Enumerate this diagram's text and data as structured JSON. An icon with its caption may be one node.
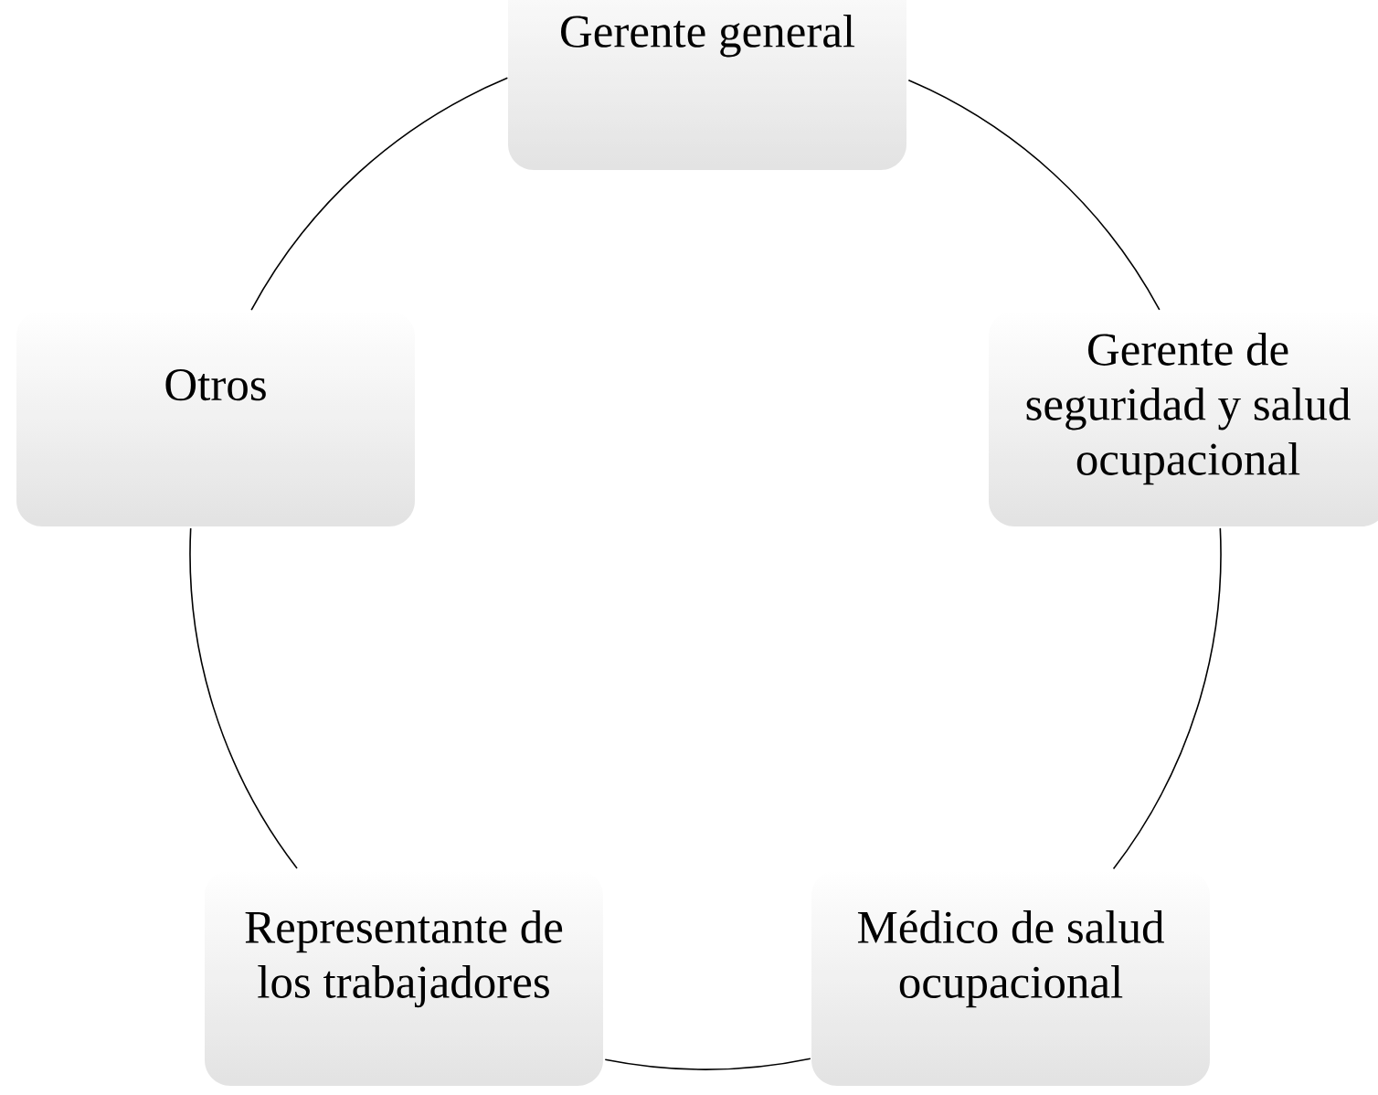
{
  "diagram": {
    "nodes": [
      {
        "text": [
          "Gerente general"
        ]
      },
      {
        "text": [
          "Gerente de seguridad y salud ocupacional"
        ]
      },
      {
        "text": [
          "Médico de salud ocupacional"
        ]
      },
      {
        "text": [
          "Representante de los trabajadores"
        ]
      },
      {
        "text": [
          "Otros"
        ]
      }
    ],
    "edges": [
      {
        "from": 0,
        "to": 1,
        "arrow": "none"
      },
      {
        "from": 1,
        "to": 2,
        "arrow": "none"
      },
      {
        "from": 2,
        "to": 3,
        "arrow": "none"
      },
      {
        "from": 3,
        "to": 4,
        "arrow": "none"
      },
      {
        "from": 4,
        "to": 0,
        "arrow": "none"
      }
    ]
  }
}
